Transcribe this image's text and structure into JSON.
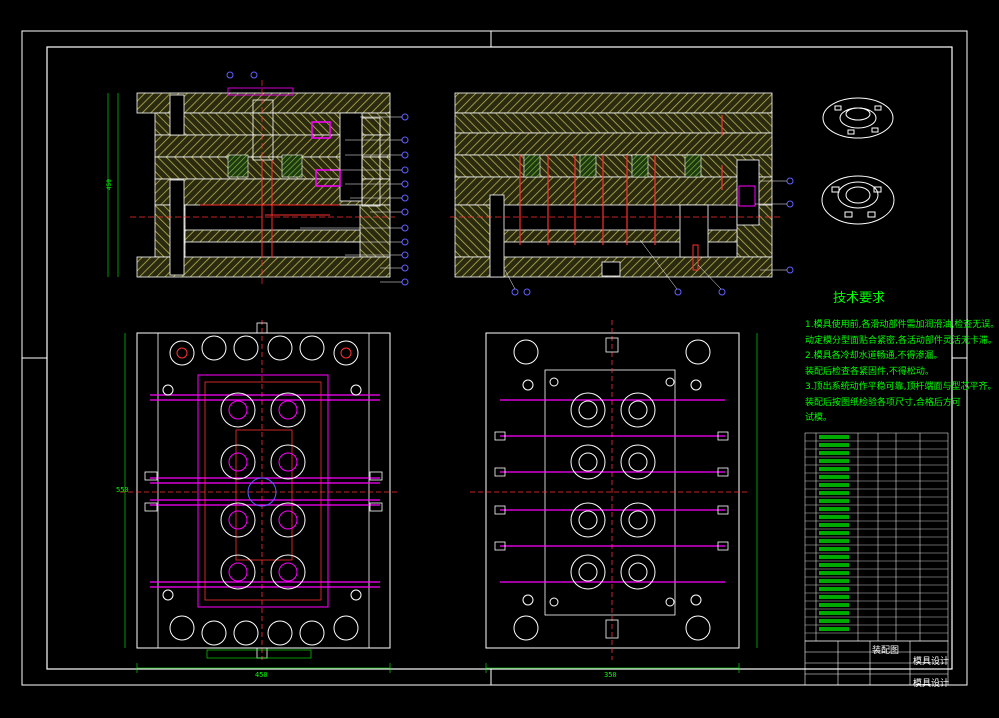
{
  "tech_requirements": {
    "title": "技术要求",
    "lines": [
      "1.模具使用前,各滑动部件需加润滑油,检查无误。",
      "动定模分型面贴合紧密,各活动部件灵活无卡滞。",
      "2.模具各冷却水道畅通,不得渗漏。",
      "装配后检查各紧固件,不得松动。",
      "3.顶出系统动作平稳可靠,顶杆端面与型芯平齐。",
      "装配后按图纸检验各项尺寸,合格后方可",
      "试模。"
    ]
  },
  "title_block": {
    "drawing_name": "装配图",
    "company": "模具设计",
    "designer": "模具设计"
  },
  "dimensions": {
    "plan_left_width": "450",
    "plan_right_width": "350",
    "plan_height": "550",
    "section_height": "450"
  },
  "bom_rows": 26,
  "colors": {
    "background": "#000000",
    "hatch": "#a0a040",
    "outline": "#ffffff",
    "red": "#ff3030",
    "magenta": "#ff00ff",
    "green": "#00ff00",
    "balloon": "#6060ff"
  }
}
